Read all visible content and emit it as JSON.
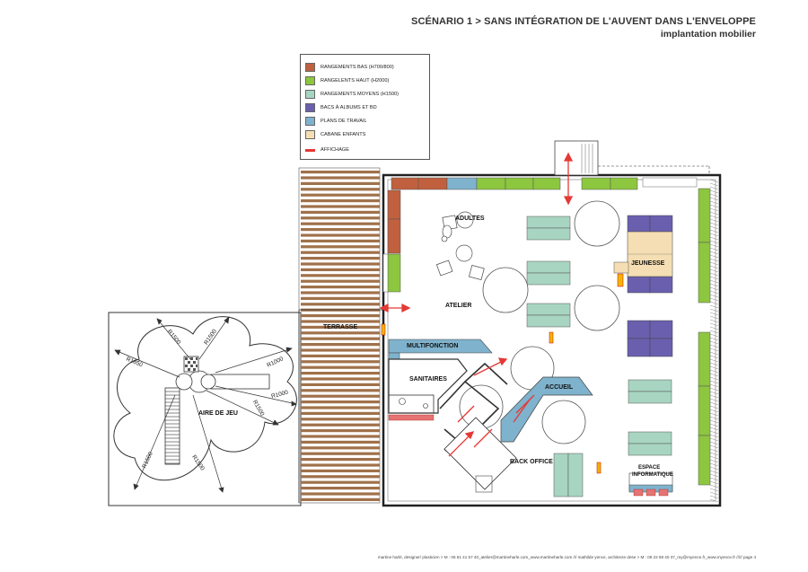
{
  "header": {
    "title": "SCÉNARIO 1 > SANS INTÉGRATION DE L'AUVENT DANS L'ENVELOPPE",
    "subtitle": "implantation mobilier"
  },
  "legend": {
    "items": [
      {
        "label": "RANGEMENTS BAS (H700/800)",
        "color": "#c0603e",
        "kind": "swatch"
      },
      {
        "label": "RANGELENTS HAUT (H2000)",
        "color": "#8dc63f",
        "kind": "swatch"
      },
      {
        "label": "RANGEMENTS MOYENS (H1500)",
        "color": "#a8d5c2",
        "kind": "swatch"
      },
      {
        "label": "BACS À ALBUMS ET BD",
        "color": "#6a5fae",
        "kind": "swatch"
      },
      {
        "label": "PLANS DE TRAVAIL",
        "color": "#7fb2cc",
        "kind": "swatch"
      },
      {
        "label": "CABANE ENFANTS",
        "color": "#f5deb3",
        "kind": "swatch"
      },
      {
        "label": "AFFICHAGE",
        "color": "#e53935",
        "kind": "line"
      }
    ]
  },
  "rooms": {
    "adultes": "ADULTES",
    "jeunesse": "JEUNESSE",
    "atelier": "ATELIER",
    "terrasse": "TERRASSE",
    "multifonction": "MULTIFONCTION",
    "sanitaires": "SANITAIRES",
    "accueil": "ACCUEIL",
    "back_office": "BACK OFFICE",
    "espace_informatique_1": "ESPACE",
    "espace_informatique_2": "INFORMATIQUE",
    "aire_de_jeu": "AIRE DE JEU"
  },
  "radii": {
    "r1": "R1500",
    "r2": "R1500",
    "r3": "R1850",
    "r4": "R1000",
    "r5": "R1000",
    "r6": "R1500",
    "r7": "R1500",
    "r8": "R1500"
  },
  "footer": {
    "text": "martine harlé, designer/ plasticien > M : 06 61 41 57 40_atelier@martineharle.com_www.martineharle.com /// mathilde yence, architecte dese > M : 06 22 68 40 37_my@myence.fr_www.myence.fr ///// page 4"
  },
  "colors": {
    "low": "#c0603e",
    "high": "#8dc63f",
    "mid": "#a8d5c2",
    "bacs": "#6a5fae",
    "work": "#7fb2cc",
    "cabane": "#f5deb3",
    "affichage": "#e53935",
    "deck": "#a0714a"
  }
}
